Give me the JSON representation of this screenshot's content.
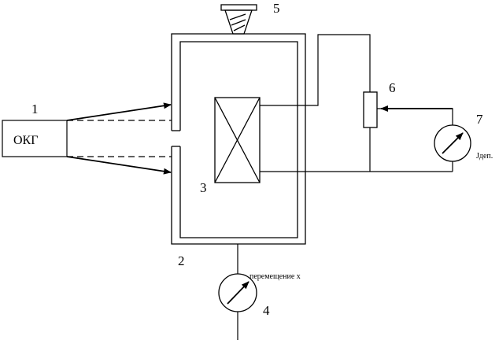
{
  "labels": {
    "laser": "ОКГ",
    "n1": "1",
    "n2": "2",
    "n3": "3",
    "n4": "4",
    "n5": "5",
    "n6": "6",
    "n7": "7",
    "meter_displacement": "перемещение x",
    "meter_current": "Jдеп."
  },
  "components": {
    "1": "laser",
    "2": "chamber",
    "3": "sample-element",
    "4": "displacement-meter",
    "5": "screw-adjuster",
    "6": "resistor",
    "7": "current-meter"
  },
  "colors": {
    "line": "#000000",
    "background": "#ffffff"
  }
}
